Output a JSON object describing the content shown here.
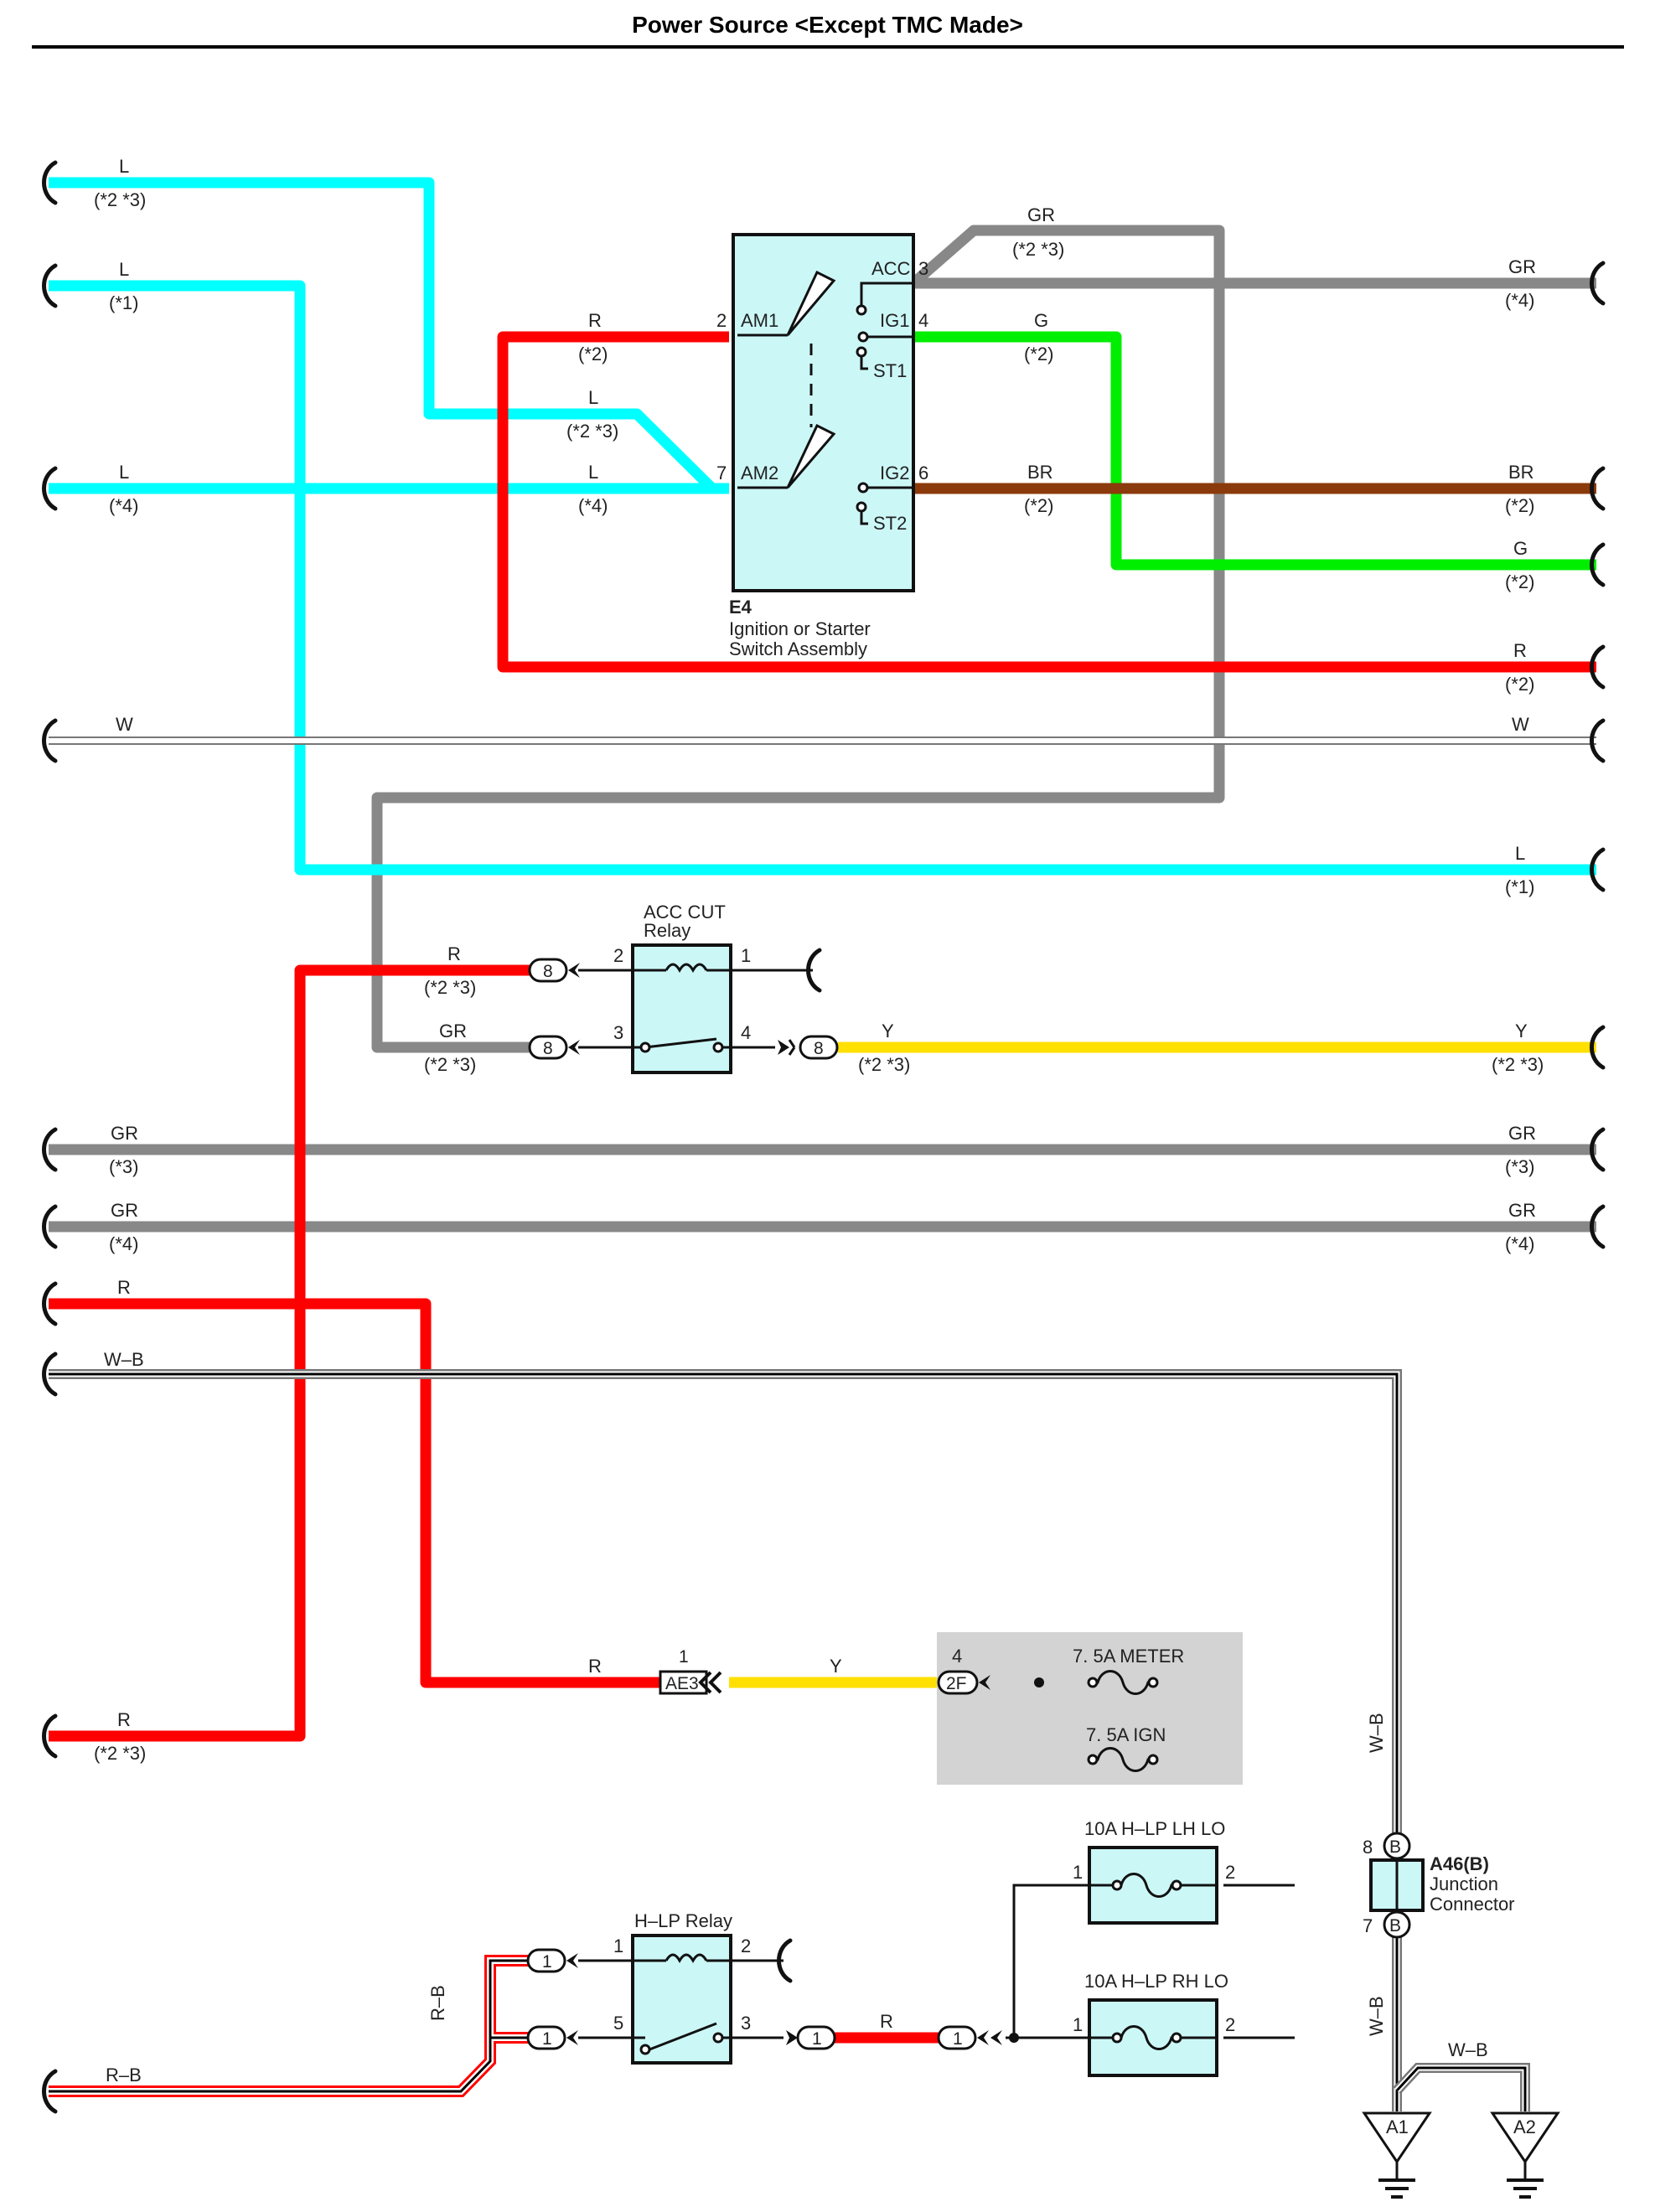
{
  "title": "Power Source <Except TMC Made>",
  "colors": {
    "L": "#00FFFF",
    "R": "#FF0000",
    "GR": "#888888",
    "G": "#00EE00",
    "BR": "#8B3A0B",
    "Y": "#FFE000",
    "component_fill": "#CCF7F7",
    "fuse_box_bg": "#D3D3D3"
  },
  "wires": {
    "l_23_left": {
      "color": "L",
      "note": "(*2 *3)"
    },
    "l_1_left": {
      "color": "L",
      "note": "(*1)"
    },
    "l_4_left": {
      "color": "L",
      "note": "(*4)"
    },
    "r_am1": {
      "color": "R",
      "note": "(*2)"
    },
    "l_23_mid": {
      "color": "L",
      "note": "(*2 *3)"
    },
    "l_4_am2": {
      "color": "L",
      "note": "(*4)"
    },
    "gr_acc_top": {
      "color": "GR",
      "note": "(*2 *3)"
    },
    "gr_4_right": {
      "color": "GR",
      "note": "(*4)"
    },
    "g_ig1": {
      "color": "G",
      "note": "(*2)"
    },
    "br_ig2": {
      "color": "BR",
      "note": "(*2)"
    },
    "br_right": {
      "color": "BR",
      "note": "(*2)"
    },
    "g_right": {
      "color": "G",
      "note": "(*2)"
    },
    "r_right": {
      "color": "R",
      "note": "(*2)"
    },
    "w_left": {
      "color": "W"
    },
    "w_right": {
      "color": "W"
    },
    "l_1_right": {
      "color": "L",
      "note": "(*1)"
    },
    "r_relay": {
      "color": "R",
      "note": "(*2 *3)"
    },
    "gr_relay": {
      "color": "GR",
      "note": "(*2 *3)"
    },
    "y_relay": {
      "color": "Y",
      "note": "(*2 *3)"
    },
    "y_right": {
      "color": "Y",
      "note": "(*2 *3)"
    },
    "gr_3_left": {
      "color": "GR",
      "note": "(*3)"
    },
    "gr_3_right": {
      "color": "GR",
      "note": "(*3)"
    },
    "gr_4_left": {
      "color": "GR",
      "note": "(*4)"
    },
    "gr_4_right2": {
      "color": "GR",
      "note": "(*4)"
    },
    "r_left_top": {
      "color": "R"
    },
    "wb_left": {
      "color": "W–B"
    },
    "r_ae3": {
      "color": "R"
    },
    "y_ae3": {
      "color": "Y"
    },
    "r_left_bottom": {
      "color": "R",
      "note": "(*2 *3)"
    },
    "wb_vertical_top": {
      "color": "W–B"
    },
    "wb_vertical_bottom": {
      "color": "W–B"
    },
    "wb_a2": {
      "color": "W–B"
    },
    "rb_vertical": {
      "color": "R–B"
    },
    "rb_left": {
      "color": "R–B"
    },
    "r_hlp": {
      "color": "R"
    }
  },
  "ignition_switch": {
    "code": "E4",
    "name_line1": "Ignition or Starter",
    "name_line2": "Switch Assembly",
    "terminals": {
      "am1": {
        "pin": "2",
        "label": "AM1"
      },
      "am2": {
        "pin": "7",
        "label": "AM2"
      },
      "acc": {
        "pin": "3",
        "label": "ACC"
      },
      "ig1": {
        "pin": "4",
        "label": "IG1"
      },
      "st1": {
        "label": "ST1"
      },
      "ig2": {
        "pin": "6",
        "label": "IG2"
      },
      "st2": {
        "label": "ST2"
      }
    }
  },
  "acc_cut_relay": {
    "name_line1": "ACC CUT",
    "name_line2": "Relay",
    "pins": [
      "2",
      "1",
      "3",
      "4"
    ],
    "connector": "8"
  },
  "fuse_box": {
    "pin": "4",
    "connector": "2F",
    "fuse_meter": "7. 5A METER",
    "fuse_ign": "7. 5A IGN"
  },
  "ae3": {
    "pin": "1",
    "label": "AE3"
  },
  "hlp_relay": {
    "name": "H–LP Relay",
    "pins": [
      "1",
      "2",
      "5",
      "3"
    ],
    "connector": "1"
  },
  "hlp_fuses": {
    "lh": {
      "label": "10A H–LP LH LO",
      "pin_in": "1",
      "pin_out": "2"
    },
    "rh": {
      "label": "10A H–LP RH LO",
      "pin_in": "1",
      "pin_out": "2"
    }
  },
  "junction_connector": {
    "code": "A46(B)",
    "name_line1": "Junction",
    "name_line2": "Connector",
    "pin_top": "8",
    "pin_bottom": "7",
    "mark": "B"
  },
  "grounds": {
    "a1": "A1",
    "a2": "A2"
  }
}
